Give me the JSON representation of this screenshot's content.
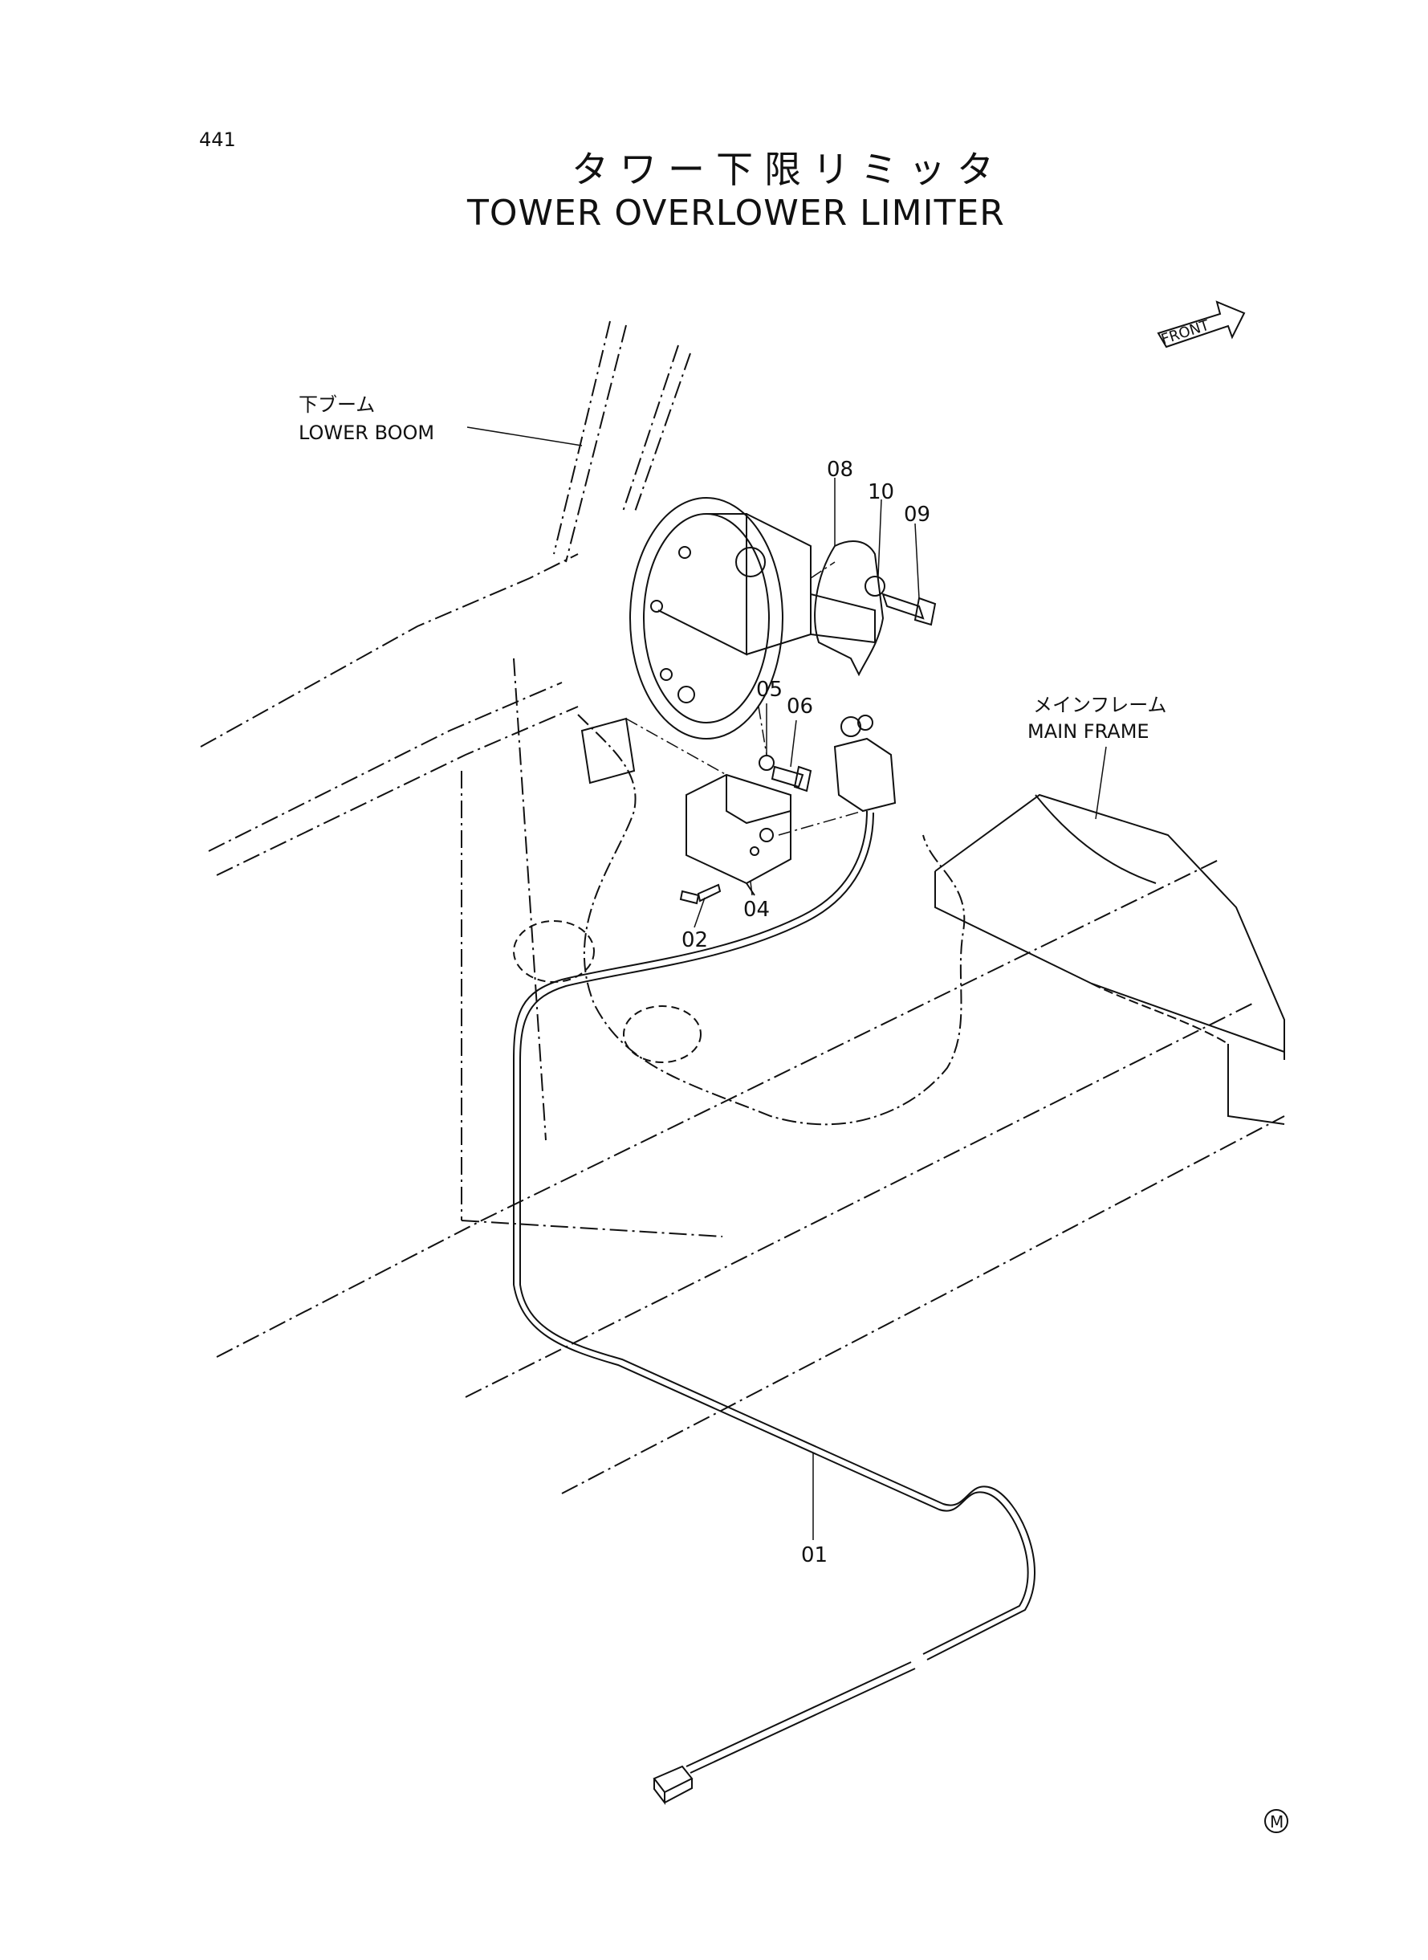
{
  "page_number": "441",
  "title_jp": "タワー下限リミッタ",
  "title_en": "TOWER OVERLOWER LIMITER",
  "front_indicator": "FRONT",
  "labels": {
    "lower_boom_jp": "下ブーム",
    "lower_boom_en": "LOWER BOOM",
    "main_frame_jp": "メインフレーム",
    "main_frame_en": "MAIN FRAME"
  },
  "part_numbers": [
    "01",
    "02",
    "04",
    "05",
    "06",
    "08",
    "09",
    "10"
  ],
  "mark": "M"
}
